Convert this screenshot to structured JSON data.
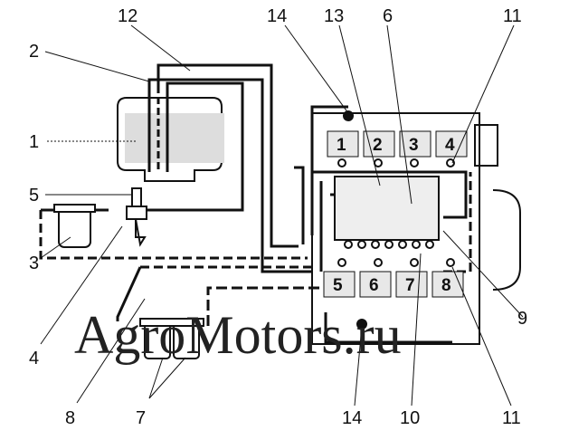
{
  "diagram": {
    "callouts": {
      "c1": "1",
      "c2": "2",
      "c3": "3",
      "c4": "4",
      "c5": "5",
      "c6": "6",
      "c7": "7",
      "c8": "8",
      "c9": "9",
      "c10": "10",
      "c11_top": "11",
      "c11_bottom": "11",
      "c12": "12",
      "c13": "13",
      "c14_top": "14",
      "c14_bottom": "14"
    },
    "cylinders": [
      "1",
      "2",
      "3",
      "4",
      "5",
      "6",
      "7",
      "8"
    ],
    "watermark": "AgroMotors.ru",
    "line_color": "#111111"
  }
}
